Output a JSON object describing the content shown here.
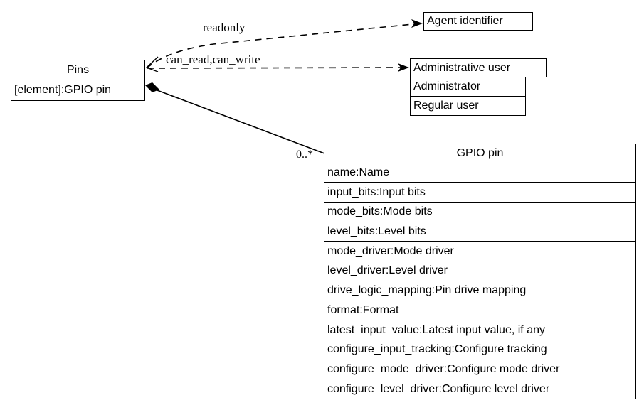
{
  "diagram": {
    "type": "uml-class-diagram",
    "background": "#ffffff",
    "stroke": "#000000"
  },
  "classes": {
    "pins": {
      "name": "Pins",
      "attributes": [
        "[element]:GPIO pin"
      ]
    },
    "agent_identifier": {
      "name": "Agent identifier",
      "attributes": []
    },
    "administrative_user": {
      "name": "Administrative user",
      "attributes": [
        "Administrator",
        "Regular user"
      ]
    },
    "gpio_pin": {
      "name": "GPIO pin",
      "attributes": [
        "name:Name",
        "input_bits:Input bits",
        "mode_bits:Mode bits",
        "level_bits:Level bits",
        "mode_driver:Mode driver",
        "level_driver:Level driver",
        "drive_logic_mapping:Pin drive mapping",
        "format:Format",
        "latest_input_value:Latest input value, if any",
        "configure_input_tracking:Configure tracking",
        "configure_mode_driver:Configure mode driver",
        "configure_level_driver:Configure level driver"
      ]
    }
  },
  "relations": {
    "readonly": {
      "label": "readonly",
      "style": "dashed",
      "from": "pins",
      "to": "agent_identifier",
      "arrow": "solid-filled"
    },
    "can_read_can_write": {
      "label": "can_read,can_write",
      "style": "dashed",
      "from": "pins",
      "to": "administrative_user",
      "arrow": "solid-filled"
    },
    "composition": {
      "label": "",
      "style": "solid",
      "from": "pins",
      "to": "gpio_pin",
      "arrow": "filled-diamond",
      "multiplicity": "0..*"
    }
  }
}
